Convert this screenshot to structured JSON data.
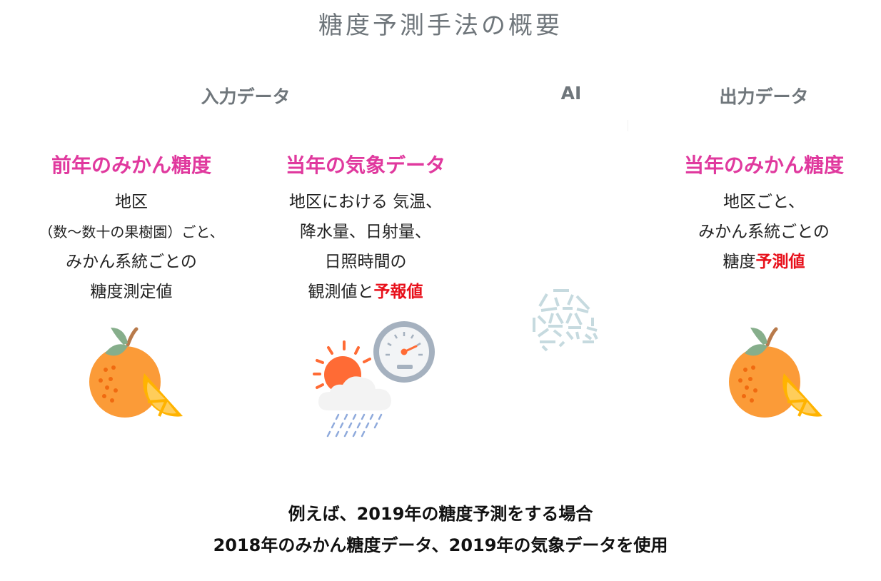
{
  "title": "糖度予測手法の概要",
  "sections": {
    "input": "入力データ",
    "ai": "AI",
    "output": "出力データ"
  },
  "columns": {
    "prev_year": {
      "heading": "前年のみかん糖度",
      "lines": [
        "地区",
        "（数〜数十の果樹園）ごと、",
        "みかん系統ごとの",
        "糖度測定値"
      ],
      "icon": "orange-icon"
    },
    "weather": {
      "heading": "当年の気象データ",
      "lines": [
        "地区における 気温、",
        "降水量、日射量、",
        "日照時間の"
      ],
      "last_line_plain": "観測値と",
      "last_line_highlight": "予報値",
      "icon": "weather-gauge-icon"
    },
    "ai": {
      "icon": "brain-network-icon"
    },
    "output": {
      "heading": "当年のみかん糖度",
      "lines": [
        "地区ごと、",
        "みかん系統ごとの"
      ],
      "last_line_plain": "糖度",
      "last_line_highlight": "予測値",
      "icon": "orange-icon"
    }
  },
  "footer": {
    "line1": "例えば、2019年の糖度予測をする場合",
    "line2": "2018年のみかん糖度データ、2019年の気象データを使用"
  },
  "colors": {
    "heading_pink": "#e0399e",
    "highlight_red": "#e8101b",
    "section_gray": "#6f767b",
    "orange": "#fb9b38",
    "leaf": "#86ae8b",
    "sun": "#ff6b35",
    "rain": "#8faadc",
    "network": "#c6dadf"
  }
}
